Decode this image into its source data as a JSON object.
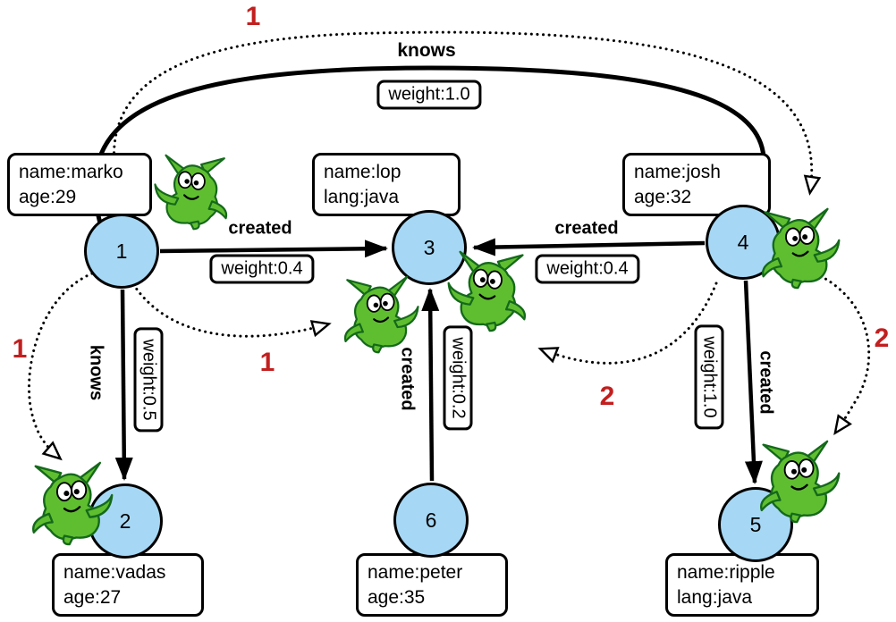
{
  "vertices": {
    "v1": {
      "id": "1",
      "prop1": "name:marko",
      "prop2": "age:29"
    },
    "v2": {
      "id": "2",
      "prop1": "name:vadas",
      "prop2": "age:27"
    },
    "v3": {
      "id": "3",
      "prop1": "name:lop",
      "prop2": "lang:java"
    },
    "v4": {
      "id": "4",
      "prop1": "name:josh",
      "prop2": "age:32"
    },
    "v5": {
      "id": "5",
      "prop1": "name:ripple",
      "prop2": "lang:java"
    },
    "v6": {
      "id": "6",
      "prop1": "name:peter",
      "prop2": "age:35"
    }
  },
  "edges": {
    "marko_knows_josh": {
      "label": "knows",
      "weight": "weight:1.0"
    },
    "marko_created_lop": {
      "label": "created",
      "weight": "weight:0.4"
    },
    "josh_created_lop": {
      "label": "created",
      "weight": "weight:0.4"
    },
    "marko_knows_vadas": {
      "label": "knows",
      "weight": "weight:0.5"
    },
    "peter_created_lop": {
      "label": "created",
      "weight": "weight:0.2"
    },
    "josh_created_ripple": {
      "label": "created",
      "weight": "weight:1.0"
    }
  },
  "traversal_markers": {
    "top": "1",
    "left": "1",
    "center": "1",
    "middle_right": "2",
    "right": "2"
  },
  "icons": {
    "mascot": "gremlin-icon"
  },
  "colors": {
    "vertex_fill": "#a6d8f5",
    "vertex_border": "#000000",
    "edge_color": "#000000",
    "marker_red": "#c21f1f",
    "gremlin_green": "#5fbe2f"
  }
}
